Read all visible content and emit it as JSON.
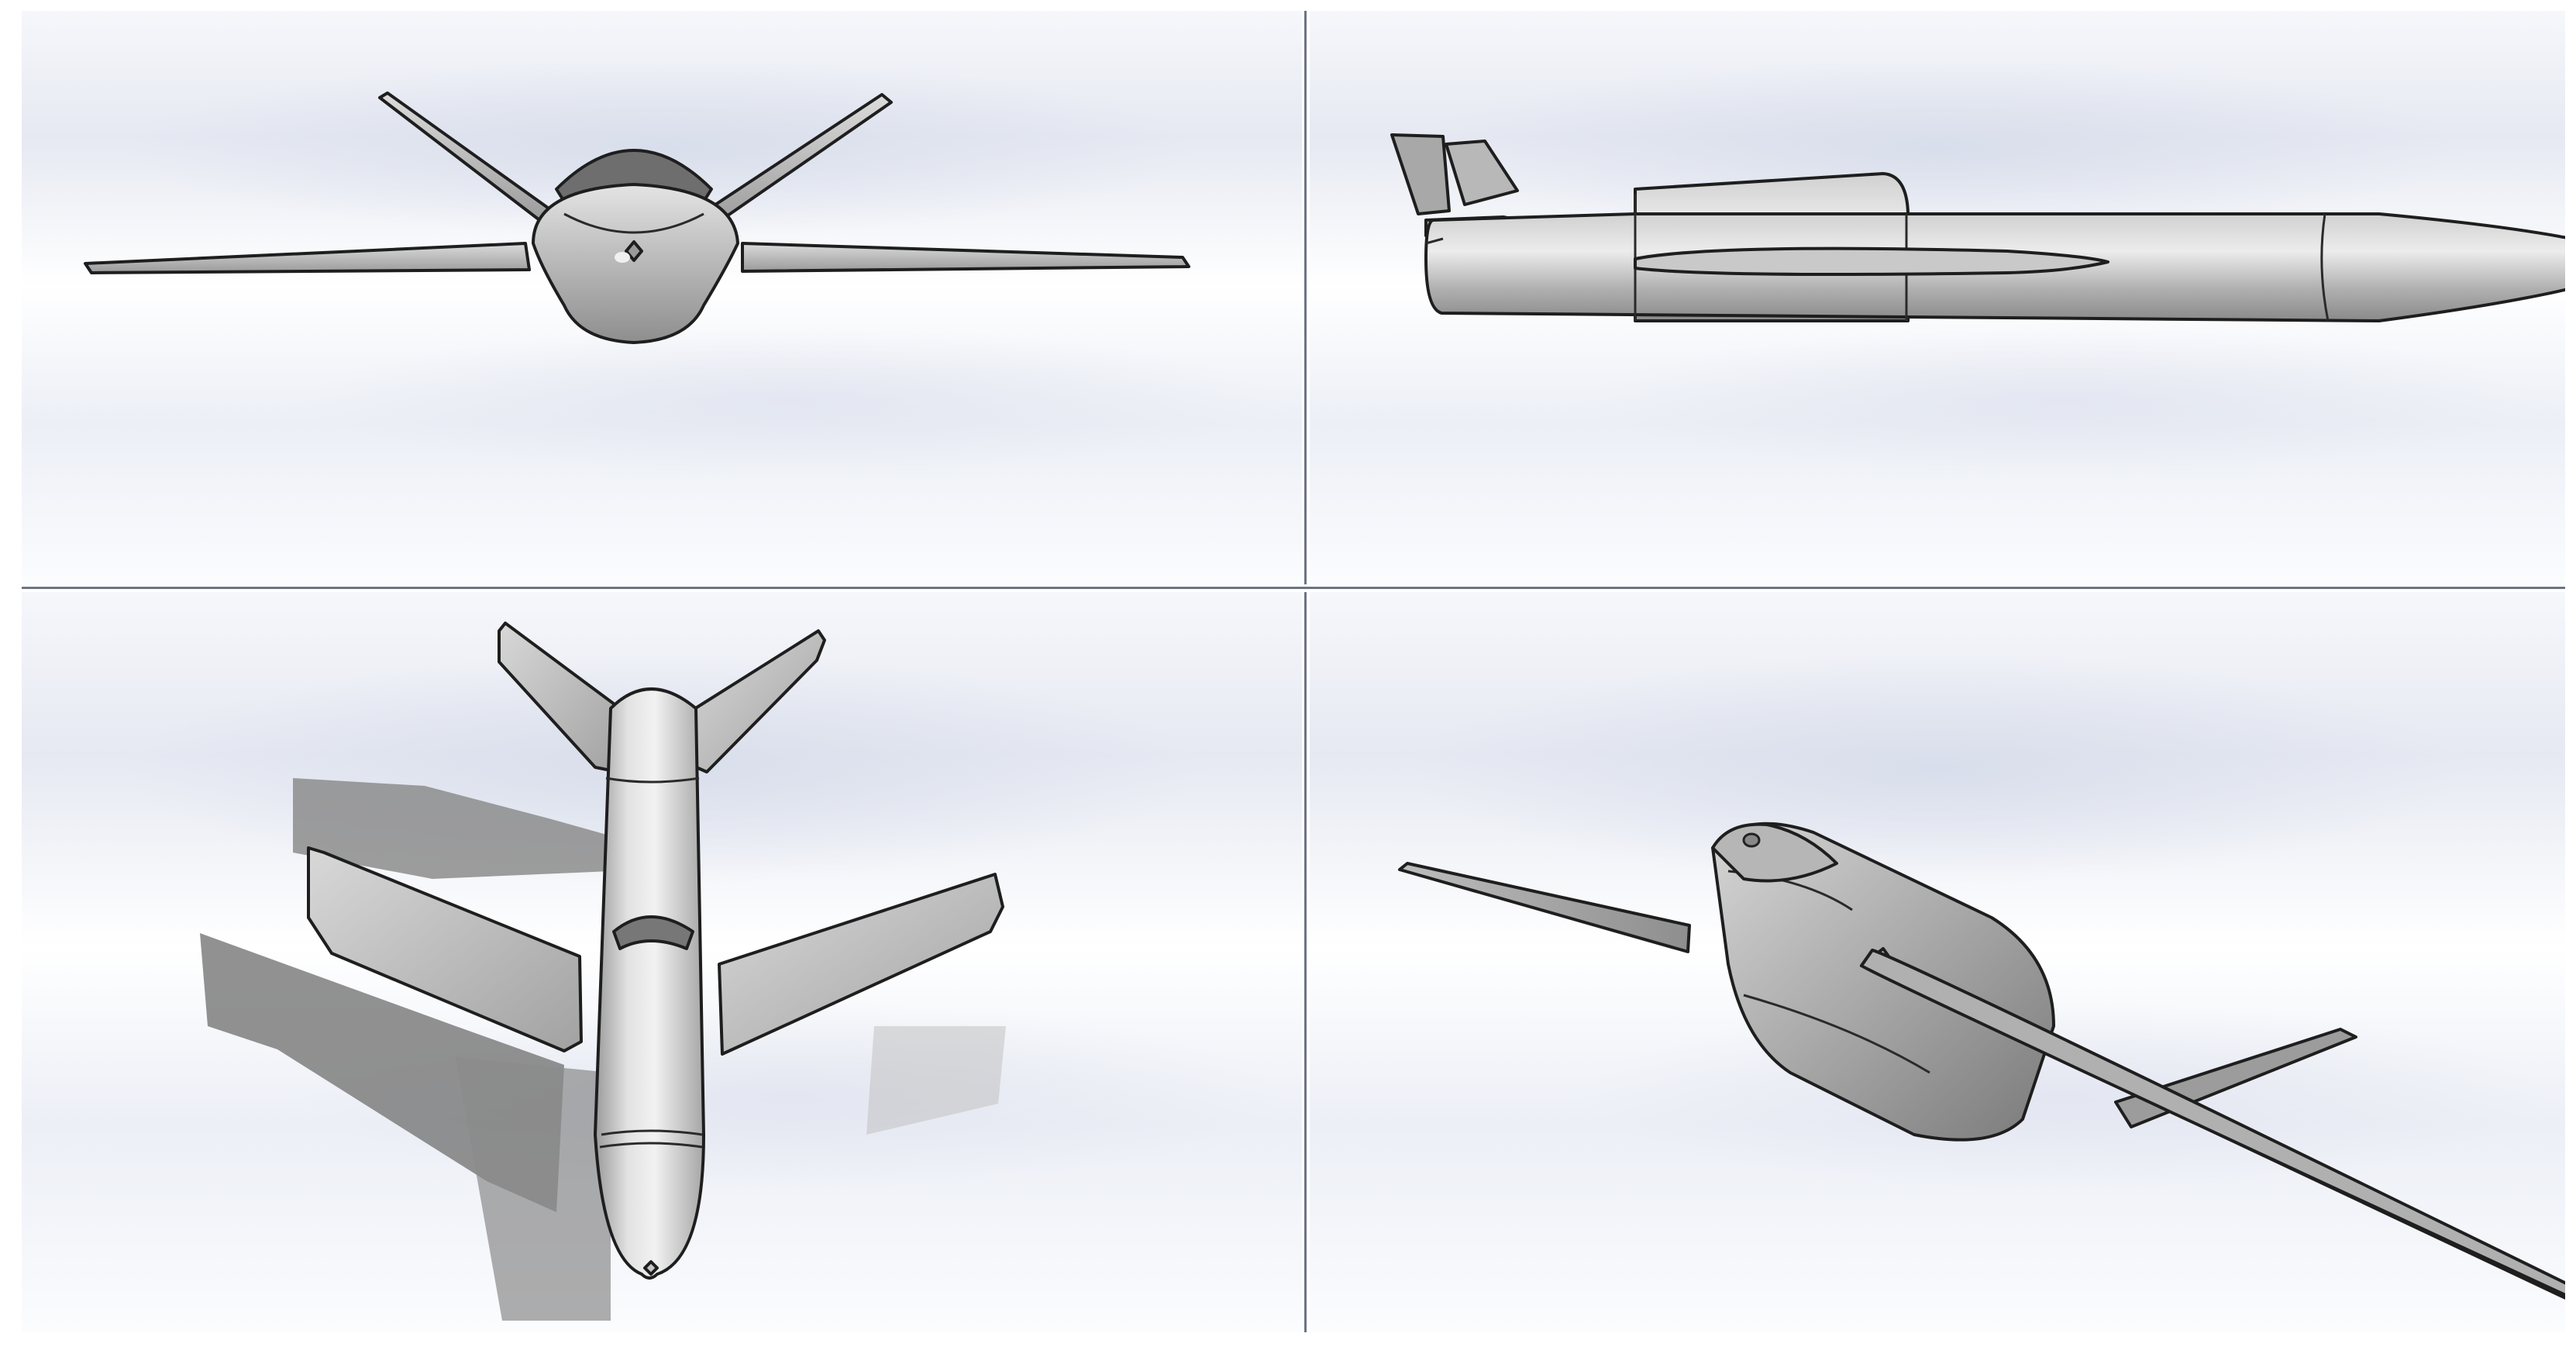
{
  "layout": "four-viewport",
  "viewports": [
    {
      "view": "front"
    },
    {
      "view": "side"
    },
    {
      "view": "top"
    },
    {
      "view": "isometric"
    }
  ],
  "colors": {
    "background_top": "#e6e9f2",
    "background_bottom": "#ffffff",
    "divider": "#6b7484",
    "model_fill": "#b4b4b4",
    "model_edge": "#1e1e1e",
    "shadow": "#8a8a8a"
  }
}
